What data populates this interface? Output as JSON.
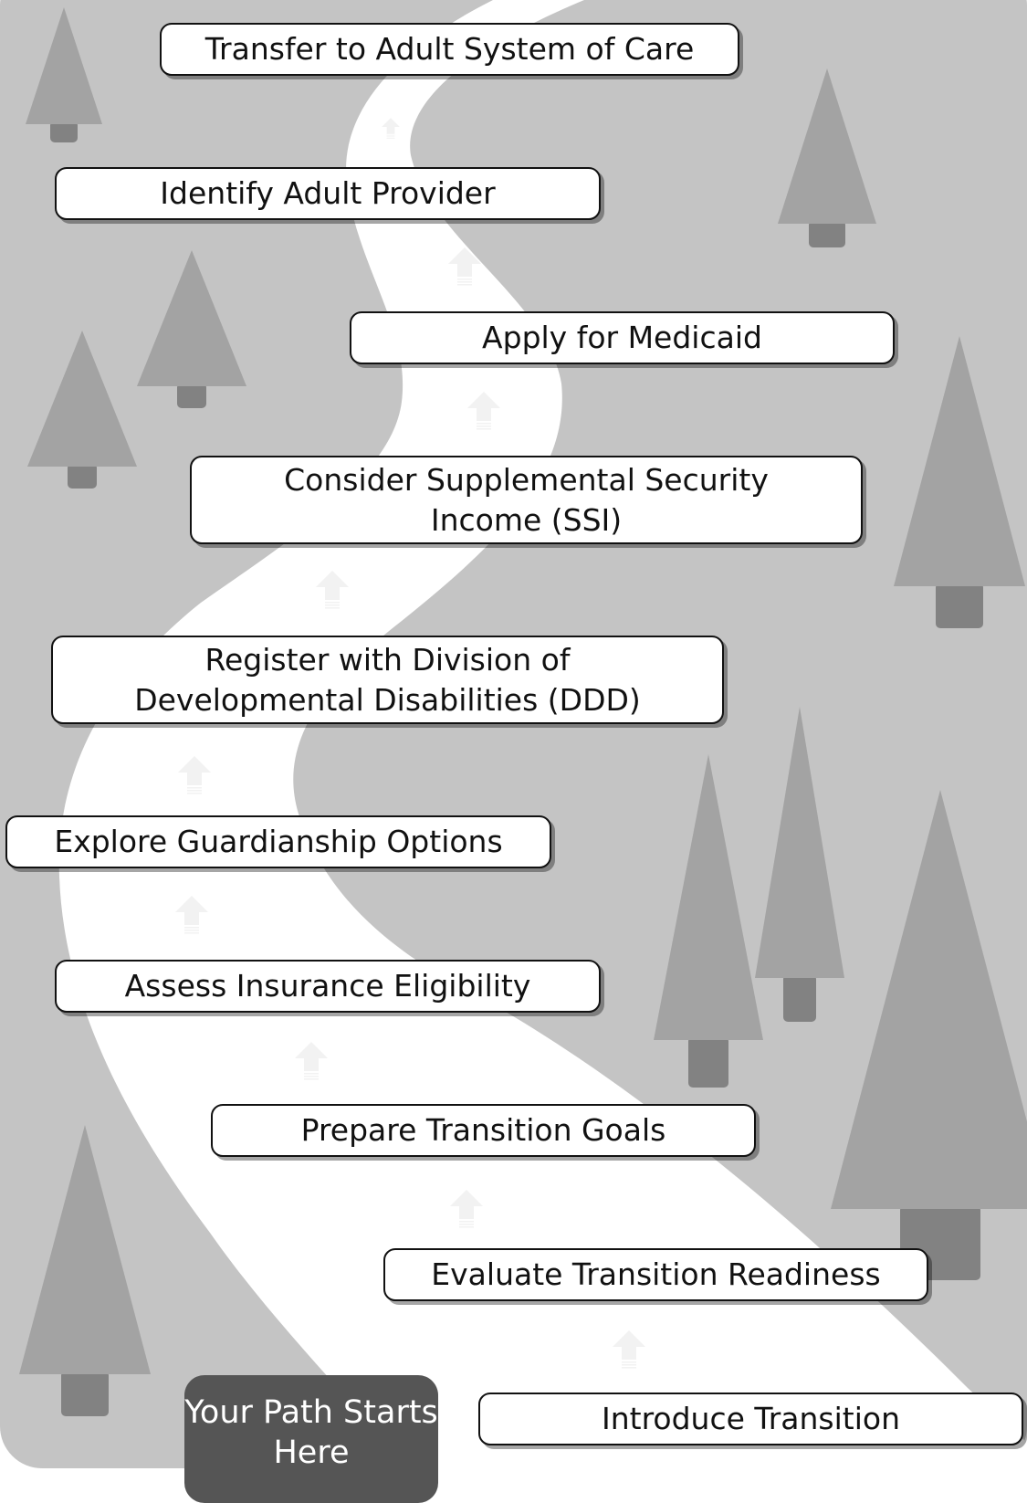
{
  "colors": {
    "background": "#c4c4c4",
    "road": "#ffffff",
    "tree": "#a3a3a3",
    "trunk": "#828282",
    "arrow": "#f2f2f2",
    "badge": "#555555"
  },
  "steps": [
    "Transfer to Adult System of Care",
    "Identify Adult Provider",
    "Apply for Medicaid",
    "Consider Supplemental Security Income (SSI)",
    "Register with Division of Developmental Disabilities (DDD)",
    "Explore Guardianship Options",
    "Assess Insurance Eligibility",
    "Prepare Transition Goals",
    "Evaluate Transition Readiness",
    "Introduce Transition"
  ],
  "start_badge": "Your Path Starts Here",
  "icons": {
    "tree": "tree-icon",
    "arrow": "up-arrow-icon"
  }
}
